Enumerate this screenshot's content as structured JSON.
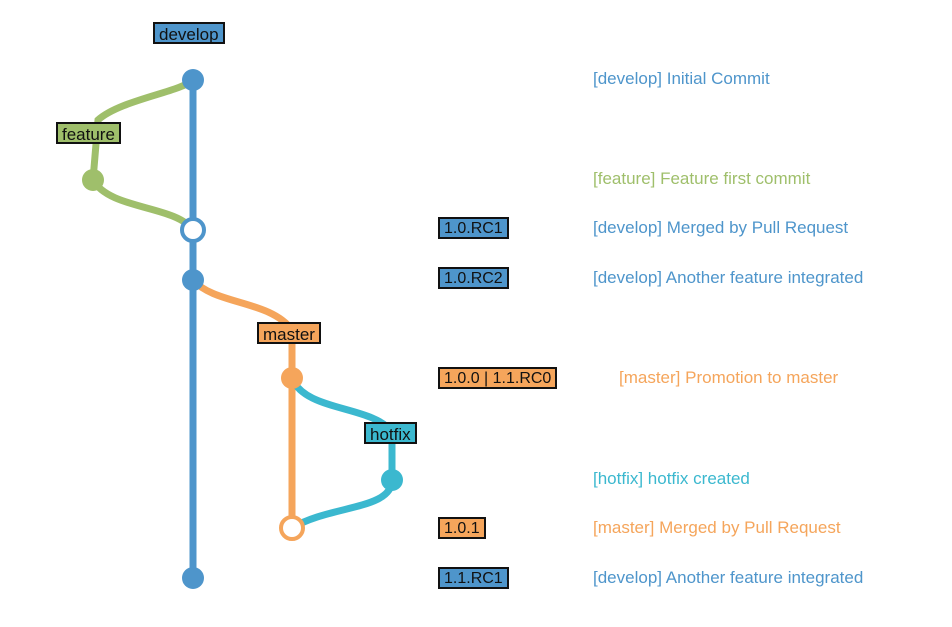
{
  "colors": {
    "develop": "#4e95cb",
    "feature": "#9fbf6b",
    "master": "#f5a55b",
    "hotfix": "#3bb8cf"
  },
  "branches": {
    "develop": "develop",
    "feature": "feature",
    "master": "master",
    "hotfix": "hotfix"
  },
  "commits": [
    {
      "message": "[develop] Initial Commit",
      "branch": "develop",
      "tag": ""
    },
    {
      "message": "[feature] Feature first commit",
      "branch": "feature",
      "tag": ""
    },
    {
      "message": "[develop] Merged by Pull Request",
      "branch": "develop",
      "tag": "1.0.RC1",
      "merge": true
    },
    {
      "message": "[develop] Another feature integrated",
      "branch": "develop",
      "tag": "1.0.RC2"
    },
    {
      "message": "[master] Promotion to master",
      "branch": "master",
      "tag": "1.0.0 | 1.1.RC0"
    },
    {
      "message": "[hotfix] hotfix created",
      "branch": "hotfix",
      "tag": ""
    },
    {
      "message": "[master] Merged by Pull Request",
      "branch": "master",
      "tag": "1.0.1",
      "merge": true
    },
    {
      "message": "[develop] Another feature integrated",
      "branch": "develop",
      "tag": "1.1.RC1"
    }
  ]
}
